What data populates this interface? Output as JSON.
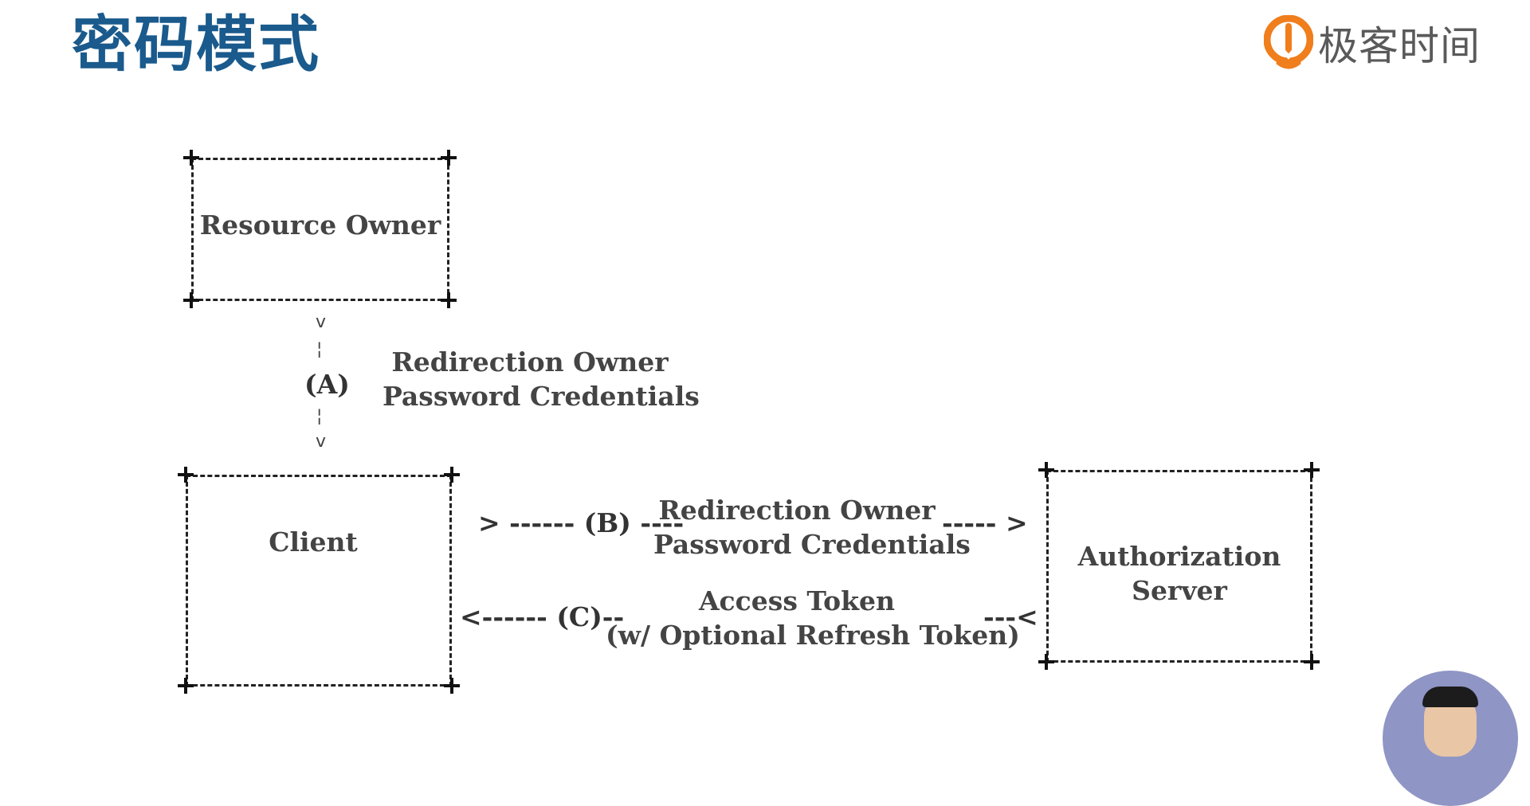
{
  "header": {
    "title": "密码模式",
    "logo_text": "极客时间",
    "logo_icon": "geektime-logo-icon",
    "title_color": "#1a5a8c",
    "logo_color": "#f07e1c"
  },
  "diagram": {
    "nodes": {
      "resource_owner": "Resource Owner",
      "client": "Client",
      "auth_server_line1": "Authorization",
      "auth_server_line2": "Server"
    },
    "flow_a": {
      "arrow_top": "v",
      "dash_top": "¦",
      "label": "(A)",
      "dash_bottom": "¦",
      "arrow_bottom": "v",
      "text_line1": "Redirection Owner",
      "text_line2": "Password Credentials"
    },
    "flow_b": {
      "left_part": "> ------ (B) ----",
      "text_line1": "Redirection Owner",
      "text_line2": "Password Credentials",
      "right_part": "----- >"
    },
    "flow_c": {
      "left_part": "<------ (C)--",
      "text_line1": "Access Token",
      "text_line2": "(w/ Optional Refresh Token)",
      "right_part": "---<"
    }
  },
  "presenter": {
    "avatar": "presenter-avatar"
  }
}
